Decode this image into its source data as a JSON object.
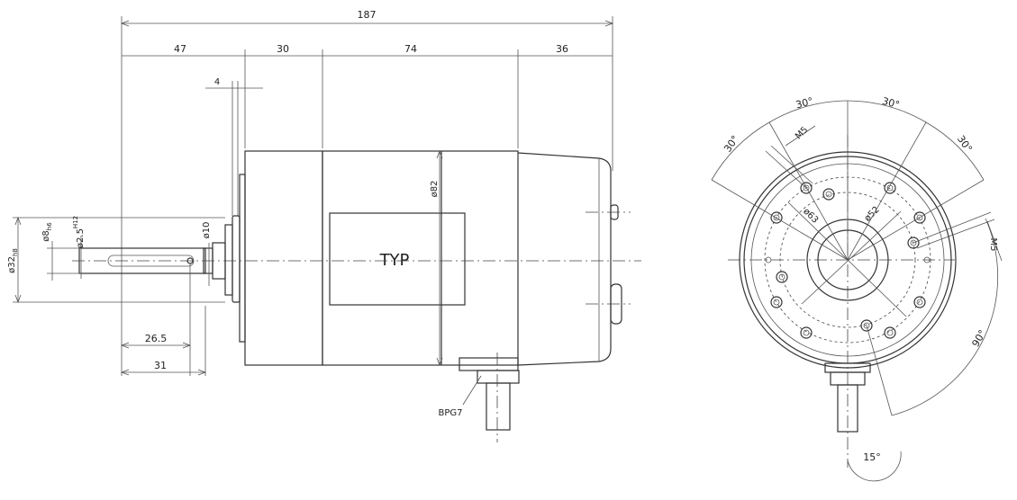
{
  "side_view": {
    "overall_length": "187",
    "segments": [
      "47",
      "30",
      "74",
      "36"
    ],
    "flange_width": "4",
    "body_diameter": "ø82",
    "shaft_end_diameter": "ø10",
    "flange_diameter": "ø32",
    "flange_tol": "h8",
    "shaft_diameter": "ø8",
    "shaft_tol": "h6",
    "hole_diameter": "ø2.5",
    "hole_tol": "H12",
    "hole_position": "26.5",
    "shaft_length": "31",
    "label_plate": "TYP",
    "cable_gland": "BPG7"
  },
  "front_view": {
    "angle_1": "30°",
    "angle_2": "30°",
    "angle_3": "30°",
    "angle_4": "30°",
    "thread_top": "M5",
    "thread_right": "M5",
    "bolt_circle_outer": "ø63",
    "bolt_circle_inner": "ø52",
    "angle_90": "90°",
    "angle_15": "15°"
  },
  "colors": {
    "line": "#333333",
    "background": "#ffffff"
  }
}
